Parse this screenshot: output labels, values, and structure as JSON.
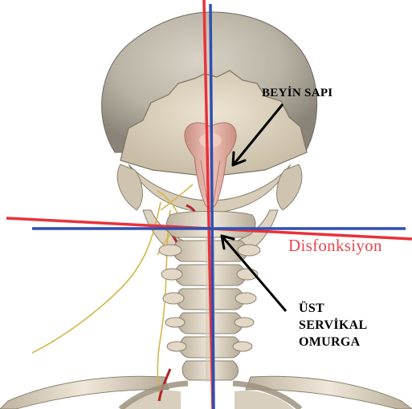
{
  "labels": {
    "brainstem": "BEYİN SAPI",
    "dysfunction": "Disfonksiyon",
    "cervical": [
      "ÜST",
      "SERVİKAL",
      "OMURGA"
    ]
  },
  "colors": {
    "red_axis": "#e8323a",
    "blue_axis": "#2e4fb3",
    "dysfunction_text": "#e8474f",
    "arrow": "#000000",
    "bone": "#e9e1d2",
    "brainstem_tissue": "#e7b4a8"
  },
  "illustration": {
    "subject": "posterior view of skull, brainstem and upper cervical spine",
    "overlays": [
      "vertical red axis",
      "vertical blue axis",
      "horizontal red axis",
      "horizontal blue axis",
      "arrow to brainstem",
      "arrow to upper cervical spine"
    ]
  }
}
